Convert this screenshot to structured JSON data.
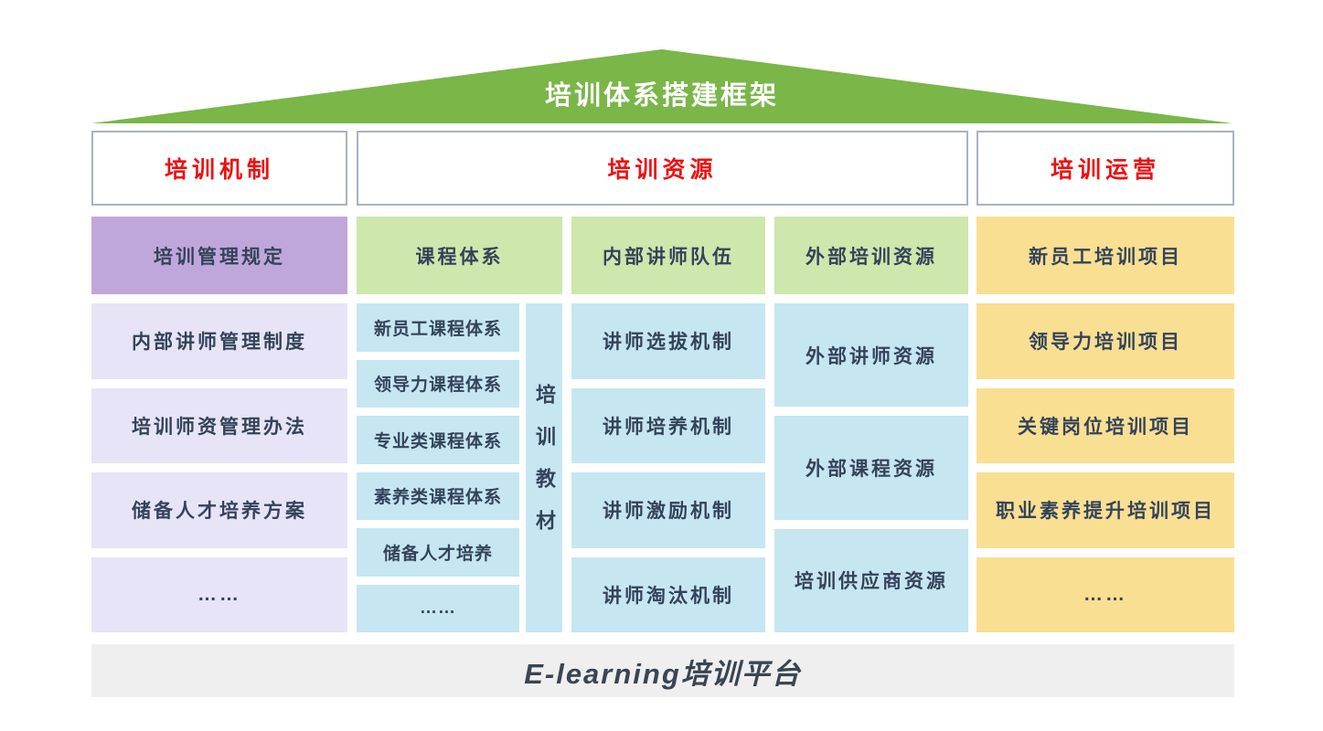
{
  "colors": {
    "roof_green": "#7ab648",
    "header_red": "#ee1010",
    "header_border": "#aab1c2",
    "purple": "#c0a7db",
    "lavender": "#e6e4f6",
    "light_green": "#cde7ad",
    "light_blue": "#c6e6f2",
    "yellow": "#f9df92",
    "dark_text": "#34435a",
    "footer_gray": "#efefef"
  },
  "roof": {
    "title": "培训体系搭建框架"
  },
  "top_headers": {
    "left": "培训机制",
    "middle": "培训资源",
    "right": "培训运营"
  },
  "left_column": {
    "header": "培训管理规定",
    "items": [
      "内部讲师管理制度",
      "培训师资管理办法",
      "储备人才培养方案",
      "……"
    ]
  },
  "middle_column": {
    "groups": [
      {
        "header": "课程体系",
        "items": [
          "新员工课程体系",
          "领导力课程体系",
          "专业类课程体系",
          "素养类课程体系",
          "储备人才培养",
          "……"
        ],
        "side_label": "培训教材"
      },
      {
        "header": "内部讲师队伍",
        "items": [
          "讲师选拔机制",
          "讲师培养机制",
          "讲师激励机制",
          "讲师淘汰机制"
        ]
      },
      {
        "header": "外部培训资源",
        "items": [
          "外部讲师资源",
          "外部课程资源",
          "培训供应商资源"
        ]
      }
    ]
  },
  "right_column": {
    "items": [
      "新员工培训项目",
      "领导力培训项目",
      "关键岗位培训项目",
      "职业素养提升培训项目",
      "……"
    ]
  },
  "footer": {
    "label": "E-learning培训平台"
  }
}
